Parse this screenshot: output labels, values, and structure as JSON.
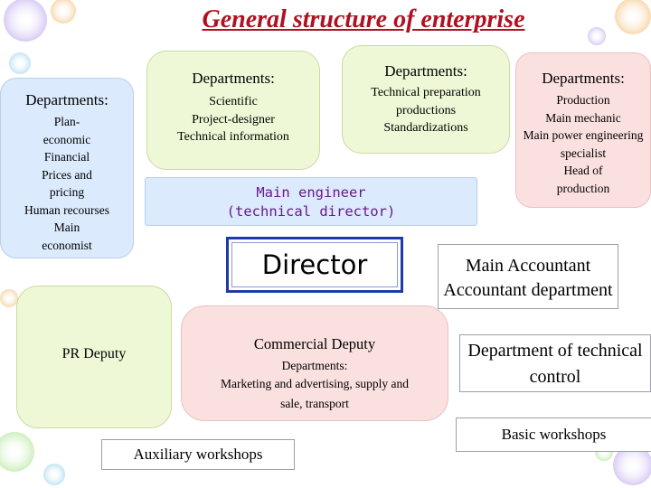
{
  "title": "General structure of enterprise",
  "planning": {
    "heading": "Departments:",
    "lines": [
      "Plan-",
      "economic",
      "Financial",
      "Prices and",
      "pricing",
      "Human recourses",
      "Main",
      "economist"
    ]
  },
  "scientific": {
    "heading": "Departments:",
    "lines": [
      "Scientific",
      "Project-designer",
      "Technical information"
    ]
  },
  "technical": {
    "heading": "Departments:",
    "lines": [
      "Technical preparation",
      "productions",
      "Standardizations"
    ]
  },
  "production": {
    "heading": "Departments:",
    "lines": [
      "Production",
      "Main mechanic",
      "Main power engineering",
      "specialist",
      "Head of",
      "production"
    ]
  },
  "main_engineer": {
    "lines": [
      "Main engineer",
      "(technical director)"
    ]
  },
  "director": {
    "label": "Director"
  },
  "main_accountant": {
    "lines": [
      "Main Accountant",
      "Accountant department"
    ]
  },
  "pr_deputy": {
    "label": "PR Deputy"
  },
  "commercial": {
    "heading": "Commercial Deputy",
    "sub_heading": "Departments:",
    "lines": [
      "Marketing and advertising, supply and",
      "sale, transport"
    ]
  },
  "tech_control": {
    "lines": [
      "Department of technical",
      "control"
    ]
  },
  "basic_workshops": {
    "label": "Basic workshops"
  },
  "auxiliary_workshops": {
    "label": "Auxiliary workshops"
  },
  "colors": {
    "title": "#b01020",
    "blue_box": "#dbeafd",
    "green_box": "#eef8d6",
    "pink_box": "#fbe0e0",
    "purple_text": "#6a1a8a",
    "director_border": "#1f3aa8"
  }
}
